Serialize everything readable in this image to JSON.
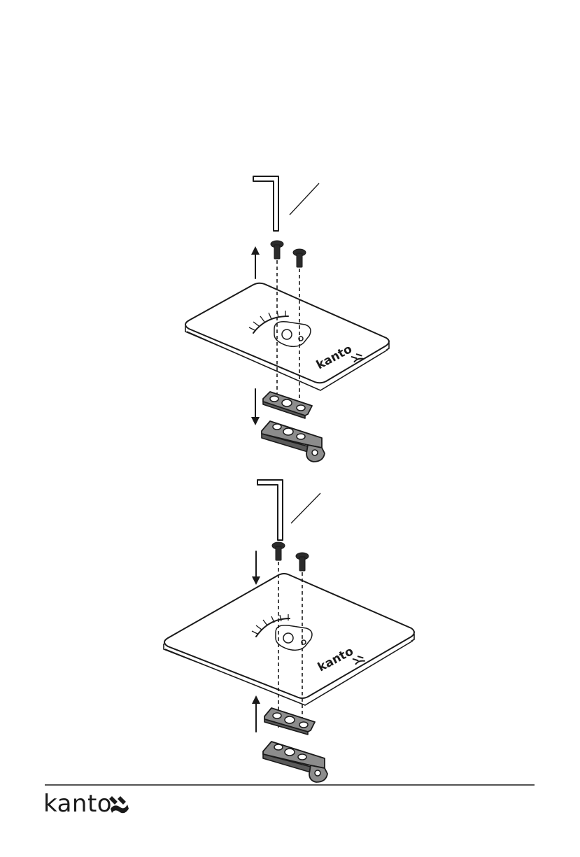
{
  "brand": {
    "plate_logo_text": "kanto",
    "footer_logo_text": "kanto"
  },
  "colors": {
    "line": "#1a1a1a",
    "bracket_fill": "#8c8c8c",
    "bracket_dark": "#5a5a5a",
    "background": "#ffffff"
  },
  "steps": [
    {
      "name": "step-small-plate",
      "arrow_screws": "up",
      "arrow_bracket": "down"
    },
    {
      "name": "step-large-plate",
      "arrow_screws": "down",
      "arrow_bracket": "up"
    }
  ]
}
